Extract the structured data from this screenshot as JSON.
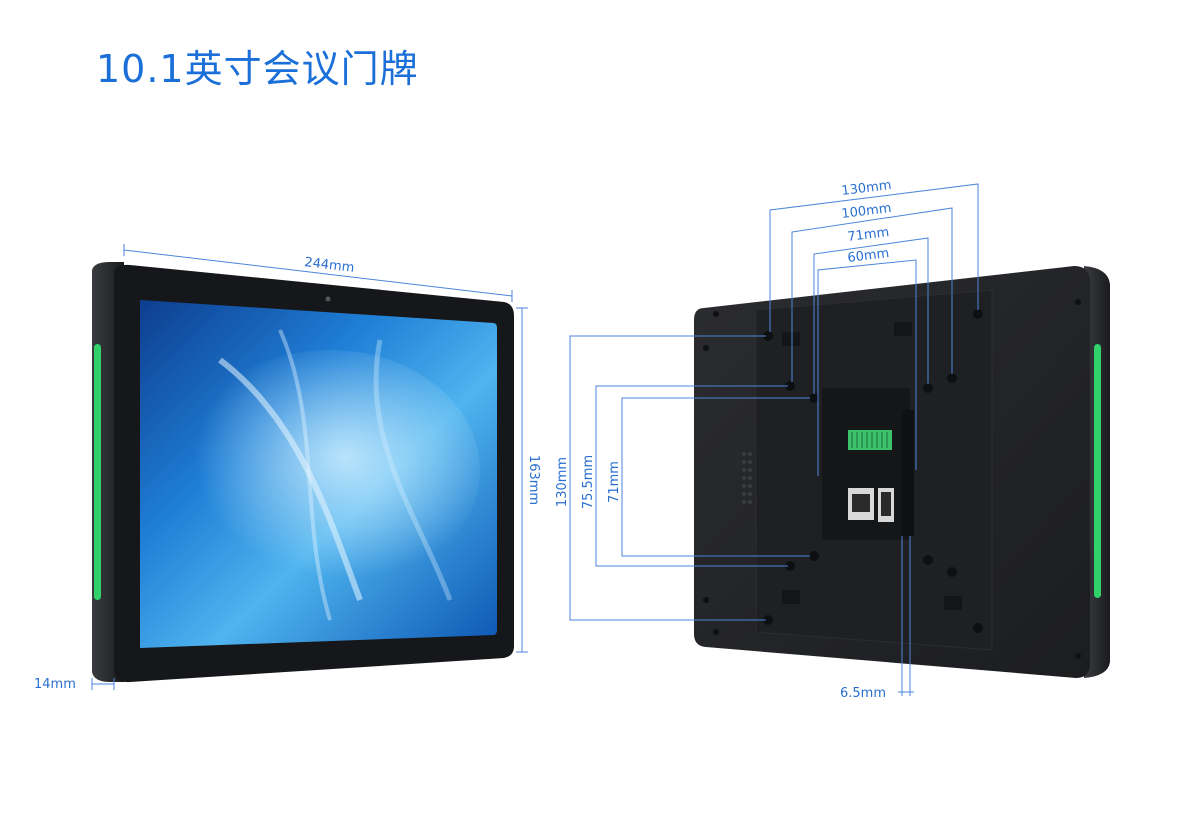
{
  "title": "10.1英寸会议门牌",
  "front_view": {
    "width_label": "244mm",
    "height_label": "163mm",
    "depth_label": "14mm"
  },
  "back_view": {
    "horizontal_labels": [
      "130mm",
      "100mm",
      "71mm",
      "60mm"
    ],
    "vertical_labels": [
      "130mm",
      "75.5mm",
      "71mm"
    ],
    "protrusion_label": "6.5mm"
  },
  "colors": {
    "accent": "#1a6fd8",
    "dimension_line": "#4a86d8",
    "led_green": "#2fd36a",
    "bezel": "#1b1c1f"
  }
}
